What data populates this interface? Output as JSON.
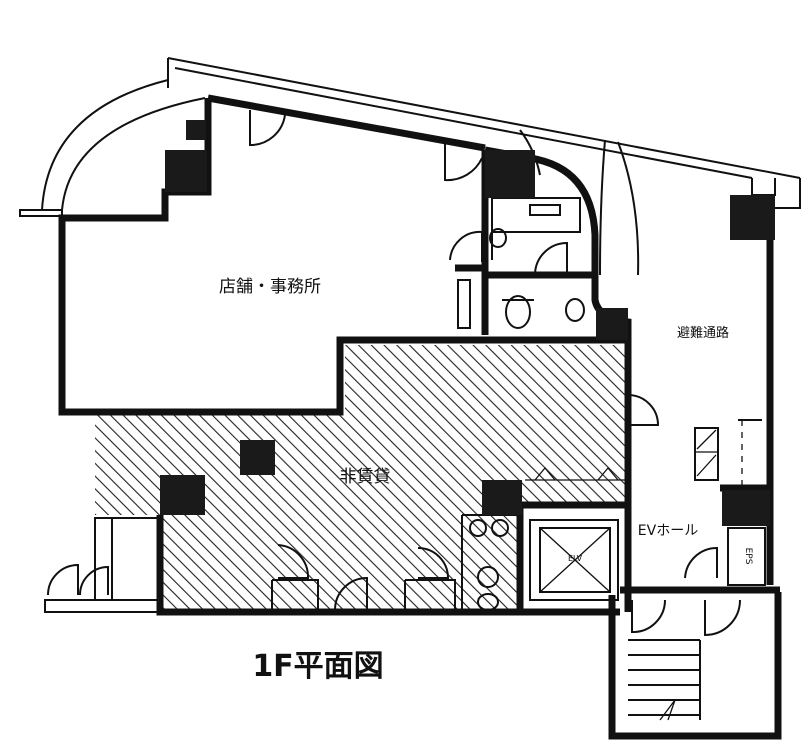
{
  "title": "1F平面図",
  "rooms": {
    "shop_office": "店舗・事務所",
    "non_rental": "非賃貸",
    "evacuation_passage": "避難通路",
    "ev_hall": "EVホール",
    "elevator": "ELV",
    "eps": "EPS"
  }
}
